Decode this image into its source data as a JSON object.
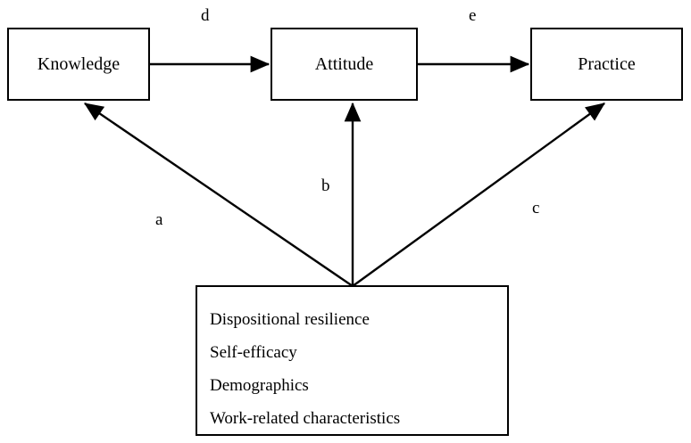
{
  "diagram": {
    "title": "Knowledge-Attitude-Practice conceptual model",
    "type": "path-diagram",
    "background_color": "#ffffff",
    "line_color": "#000000",
    "nodes": [
      {
        "id": "knowledge",
        "label": "Knowledge"
      },
      {
        "id": "attitude",
        "label": "Attitude"
      },
      {
        "id": "practice",
        "label": "Practice"
      }
    ],
    "predictors": {
      "items": [
        "Dispositional resilience",
        "Self-efficacy",
        "Demographics",
        "Work-related characteristics"
      ]
    },
    "edges": [
      {
        "id": "d",
        "label": "d",
        "from": "knowledge",
        "to": "attitude",
        "style": "arrow-right"
      },
      {
        "id": "e",
        "label": "e",
        "from": "attitude",
        "to": "practice",
        "style": "arrow-right"
      },
      {
        "id": "a",
        "label": "a",
        "from": "predictors",
        "to": "knowledge",
        "style": "arrow-diagonal-up-left"
      },
      {
        "id": "b",
        "label": "b",
        "from": "predictors",
        "to": "attitude",
        "style": "arrow-vertical-up"
      },
      {
        "id": "c",
        "label": "c",
        "from": "predictors",
        "to": "practice",
        "style": "arrow-diagonal-up-right"
      }
    ]
  }
}
